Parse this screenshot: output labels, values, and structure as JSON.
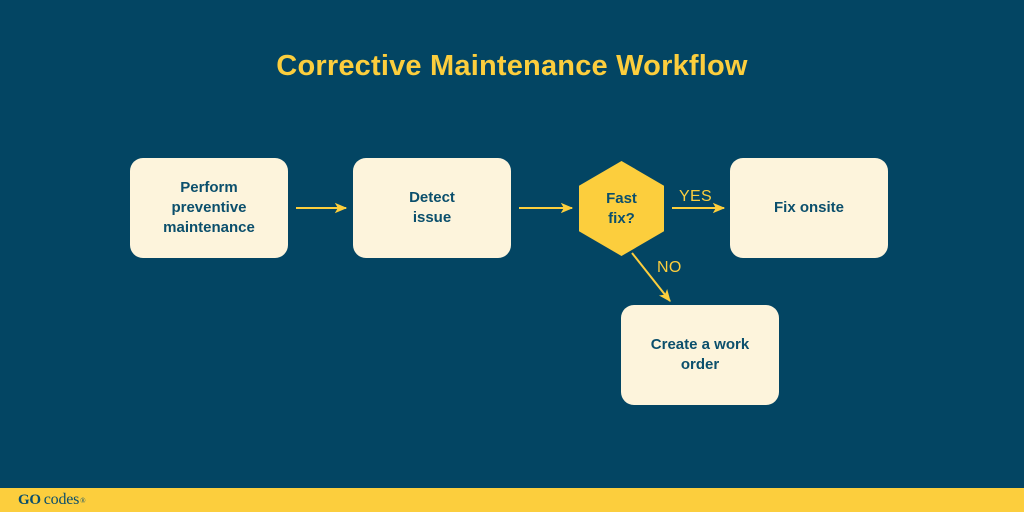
{
  "page": {
    "title": "Corrective Maintenance Workflow",
    "background_color": "#034563",
    "accent_color": "#FCCE3D",
    "node_fill_color": "#FDF4DC",
    "node_text_color": "#0B4F6C"
  },
  "diagram": {
    "type": "flowchart",
    "nodes": [
      {
        "id": "preventive",
        "shape": "rounded-rect",
        "label": "Perform\npreventive\nmaintenance"
      },
      {
        "id": "detect",
        "shape": "rounded-rect",
        "label": "Detect\nissue"
      },
      {
        "id": "fast-fix",
        "shape": "hexagon",
        "label": "Fast\nfix?"
      },
      {
        "id": "fix-onsite",
        "shape": "rounded-rect",
        "label": "Fix onsite"
      },
      {
        "id": "work-order",
        "shape": "rounded-rect",
        "label": "Create a work\norder"
      }
    ],
    "edges": [
      {
        "from": "preventive",
        "to": "detect",
        "label": ""
      },
      {
        "from": "detect",
        "to": "fast-fix",
        "label": ""
      },
      {
        "from": "fast-fix",
        "to": "fix-onsite",
        "label": "YES"
      },
      {
        "from": "fast-fix",
        "to": "work-order",
        "label": "NO"
      }
    ]
  },
  "footer": {
    "logo_primary": "GO",
    "logo_secondary": "codes",
    "logo_mark": "®"
  }
}
